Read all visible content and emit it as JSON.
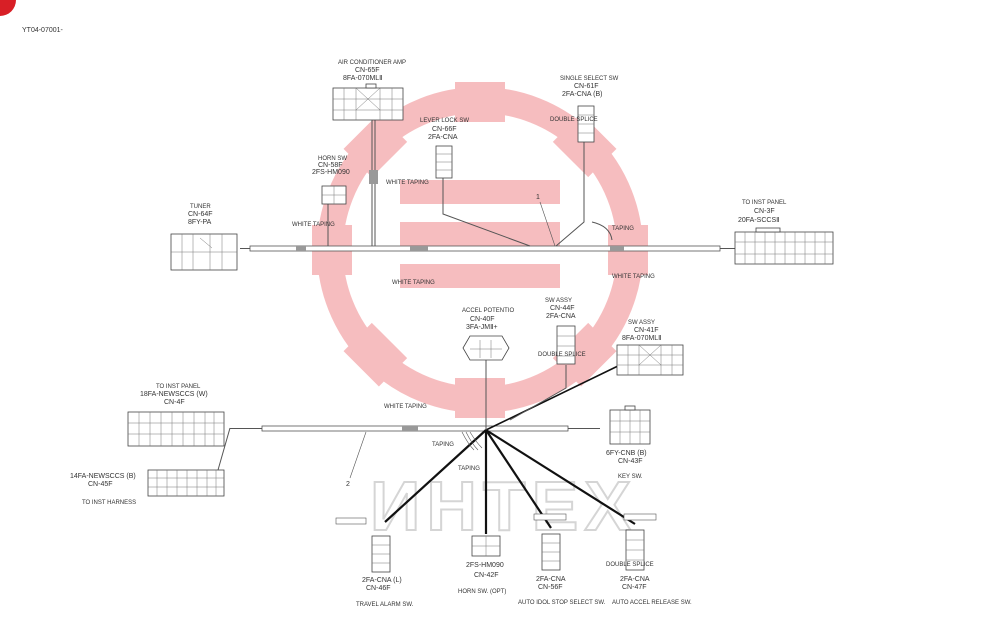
{
  "doc_code": "YT04-07001-",
  "watermark_text": "ИНТЕХ",
  "colors": {
    "watermark": "#e8454a",
    "wire": "#444444",
    "line_dark": "#111111"
  },
  "harness_labels": {
    "h1": "1",
    "h2": "2"
  },
  "tapes": {
    "t1": "WHITE TAPING",
    "t2": "WHITE TAPING",
    "t3": "WHITE TAPING",
    "t4": "TAPING",
    "t5": "WHITE TAPING",
    "t6": "WHITE TAPING",
    "t7": "TAPING",
    "t8": "TAPING"
  },
  "connectors": {
    "aircon": {
      "desc": "AIR CONDITIONER AMP",
      "code": "CN-65F",
      "part": "8FA-070MLⅡ"
    },
    "horn": {
      "desc": "HORN SW",
      "code": "CN-58F",
      "part": "2FS-HM090"
    },
    "lever": {
      "desc": "LEVER LOCK SW",
      "code": "CN-66F",
      "part": "2FA-CNA"
    },
    "single": {
      "desc": "SINGLE SELECT SW",
      "code": "CN-61F",
      "part": "2FA-CNA (B)",
      "note": "DOUBLE SPLICE"
    },
    "tuner": {
      "desc": "TUNER",
      "code": "CN-64F",
      "part": "8FY-PA"
    },
    "inst3": {
      "desc": "TO INST PANEL",
      "code": "CN-3F",
      "part": "20FA-SCCSⅡ"
    },
    "accel": {
      "desc": "ACCEL POTENTIO",
      "code": "CN-40F",
      "part": "3FA-JMⅡ+"
    },
    "sw44": {
      "desc": "SW ASSY",
      "code": "CN-44F",
      "part": "2FA-CNA",
      "note": "DOUBLE SPLICE"
    },
    "sw41": {
      "desc": "SW ASSY",
      "code": "CN-41F",
      "part": "8FA-070MLⅡ"
    },
    "inst4": {
      "desc": "TO INST PANEL",
      "code": "CN-4F",
      "part": "18FA-NEWSCCS (W)"
    },
    "c45": {
      "part": "14FA-NEWSCCS (B)",
      "code": "CN-45F",
      "desc": "TO INST HARNESS"
    },
    "key": {
      "part": "6FY-CNB (B)",
      "code": "CN-43F",
      "desc": "KEY SW."
    },
    "travel": {
      "part": "2FA-CNA (L)",
      "code": "CN-46F",
      "desc": "TRAVEL ALARM SW."
    },
    "horn2": {
      "part": "2FS-HM090",
      "code": "CN-42F",
      "desc": "HORN SW. (OPT)"
    },
    "idle": {
      "part": "2FA-CNA",
      "code": "CN-56F",
      "desc": "AUTO IDOL STOP SELECT SW."
    },
    "release": {
      "part": "2FA-CNA",
      "code": "CN-47F",
      "desc": "AUTO ACCEL RELEASE SW.",
      "note": "DOUBLE SPLICE"
    }
  }
}
